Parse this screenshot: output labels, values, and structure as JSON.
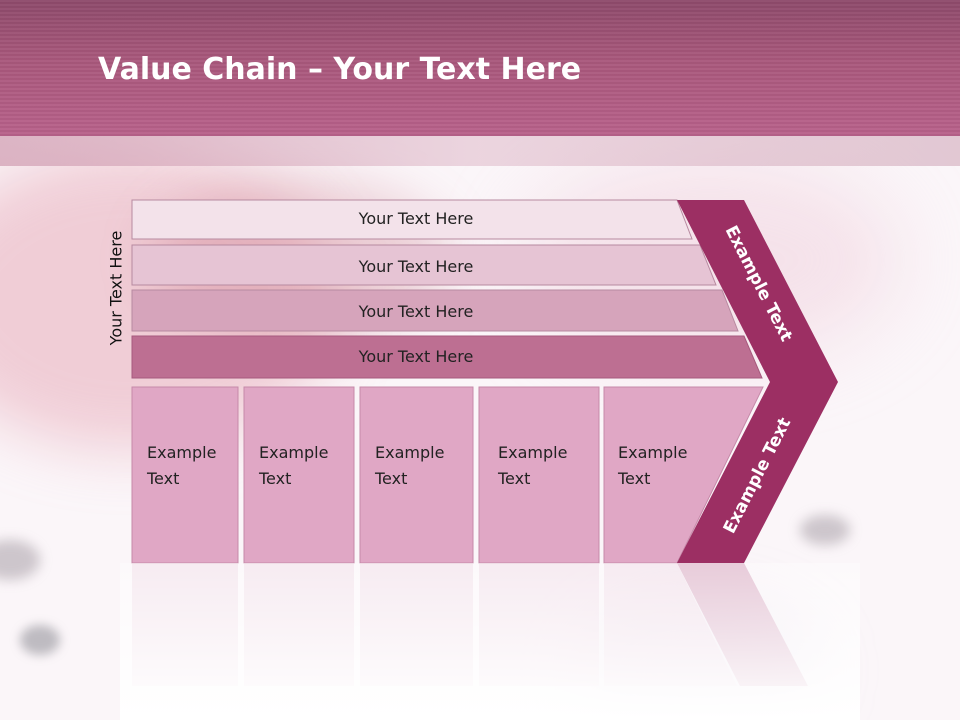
{
  "slide": {
    "title_bold": "Value Chain",
    "title_rest": " – Your Text Here",
    "side_label": "Your Text Here"
  },
  "support_rows": [
    {
      "label": "Your Text Here",
      "color": "#f3e2ea"
    },
    {
      "label": "Your Text Here",
      "color": "#e6c4d4"
    },
    {
      "label": "Your Text Here",
      "color": "#d6a4bb"
    },
    {
      "label": "Your Text Here",
      "color": "#bd6f92"
    }
  ],
  "primary_columns": [
    {
      "line1": "Example",
      "line2": "Text"
    },
    {
      "line1": "Example",
      "line2": "Text"
    },
    {
      "line1": "Example",
      "line2": "Text"
    },
    {
      "line1": "Example",
      "line2": "Text"
    },
    {
      "line1": "Example",
      "line2": "Text"
    }
  ],
  "chevron": {
    "upper_label": "Example Text",
    "lower_label": "Example Text",
    "color": "#9c2f63"
  },
  "colors": {
    "column_fill": "#e0a7c5",
    "column_stroke": "#c68aa9",
    "text_dark": "#222222"
  }
}
